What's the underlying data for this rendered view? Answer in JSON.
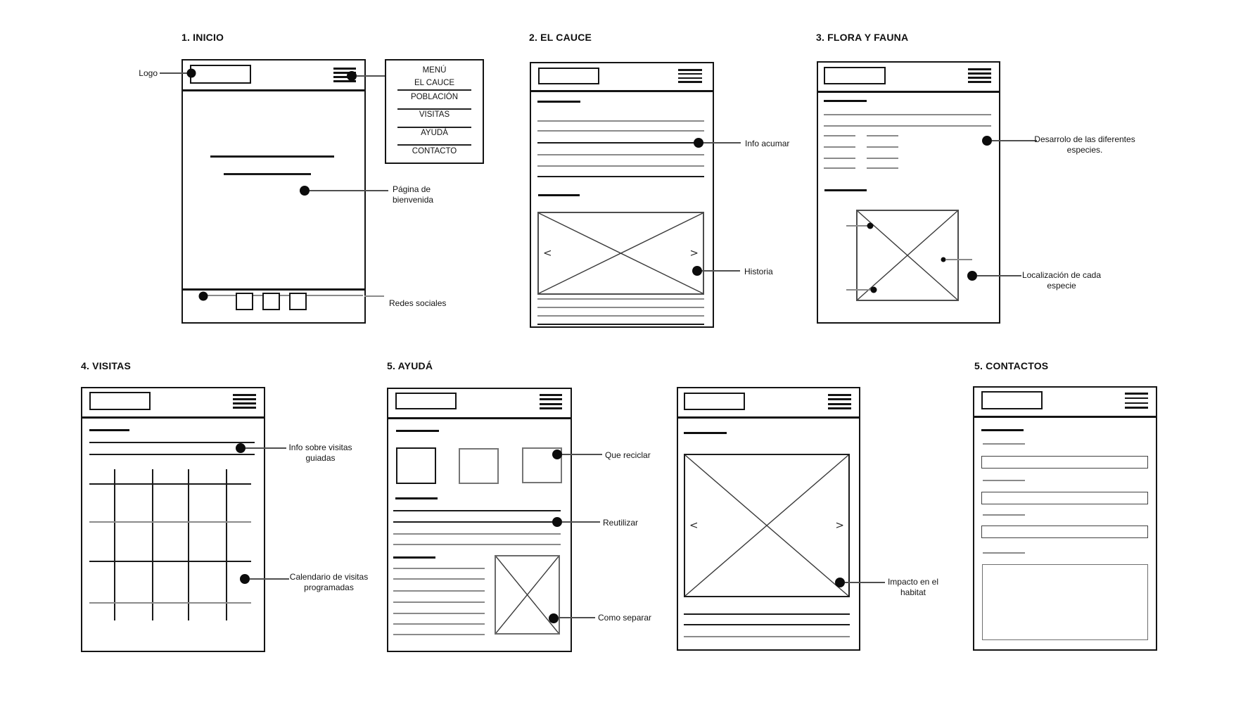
{
  "colors": {
    "ink": "#1a1a1a",
    "gray": "#8a8a8a",
    "callout_line": "#4f4f4f",
    "background": "#ffffff"
  },
  "titles": {
    "inicio": "1. INICIO",
    "el_cauce": "2. EL CAUCE",
    "flora_fauna": "3. FLORA Y FAUNA",
    "visitas": "4. VISITAS",
    "ayuda": "5. AYUDÁ",
    "contactos": "5. CONTACTOS"
  },
  "menu": {
    "items": [
      "MENÚ",
      "EL CAUCE",
      "POBLACIÓN",
      "VISITAS",
      "AYUDÁ",
      "CONTACTO"
    ]
  },
  "annotations": {
    "logo": "Logo",
    "pagina_bienvenida": "Página de\nbienvenida",
    "redes_sociales": "Redes sociales",
    "info_acumar": "Info acumar",
    "historia": "Historia",
    "desarrollo_especies": "Desarrolo de las diferentes\nespecies.",
    "localizacion_especie": "Localización de cada\nespecie",
    "info_visitas_guiadas": "Info sobre visitas\nguiadas",
    "calendario_visitas": "Calendario de visitas\nprogramadas",
    "que_reciclar": "Que reciclar",
    "reutilizar": "Reutilizar",
    "como_separar": "Como separar",
    "impacto_habitat": "Impacto en el\nhabitat"
  },
  "carousel": {
    "prev": "<",
    "next": ">"
  }
}
